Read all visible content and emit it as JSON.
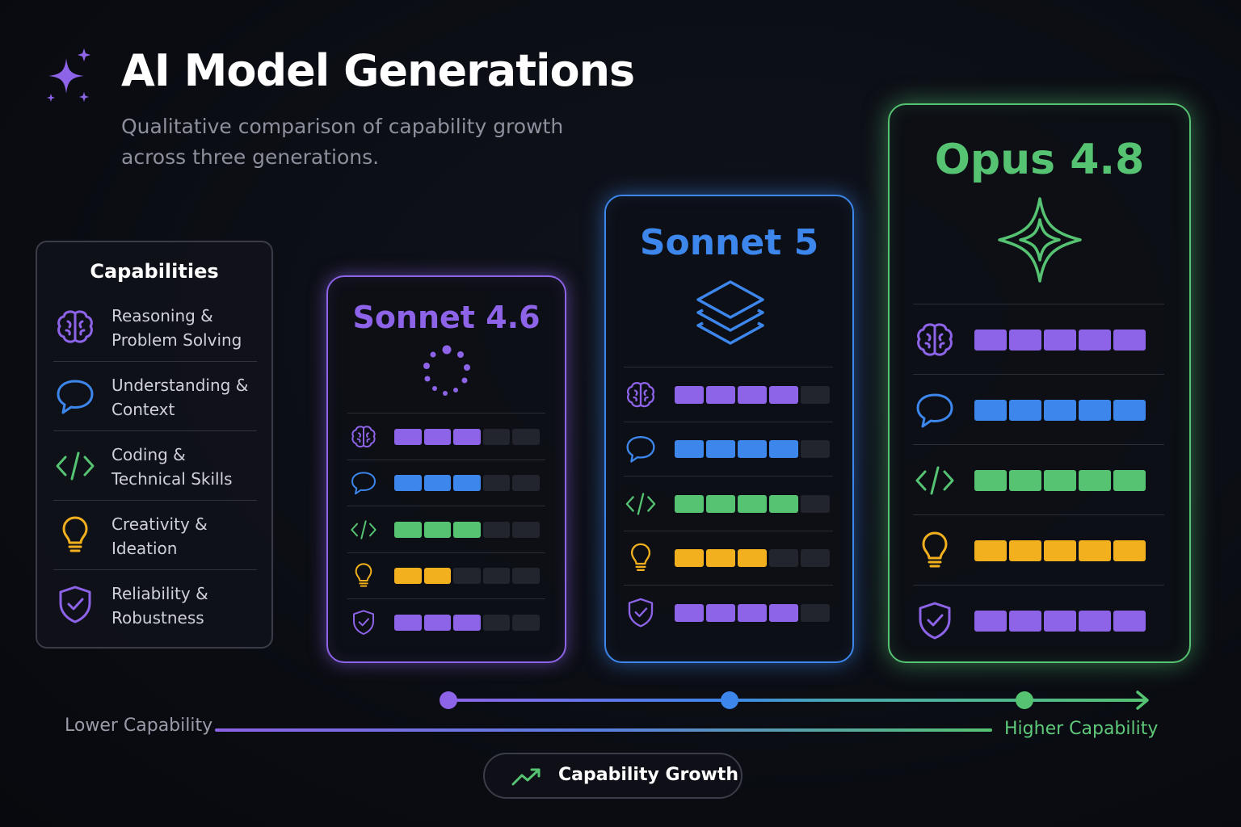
{
  "header": {
    "title": "AI Model Generations",
    "subtitle": "Qualitative comparison of capability growth across three generations.",
    "icon": "sparkle-icon"
  },
  "legend": {
    "title": "Capabilities",
    "items": [
      {
        "label": "Reasoning &\nProblem Solving",
        "icon": "brain-icon",
        "color": "#8d63e8"
      },
      {
        "label": "Understanding &\nContext",
        "icon": "speech-bubble-icon",
        "color": "#3c86ec"
      },
      {
        "label": "Coding &\nTechnical Skills",
        "icon": "code-icon",
        "color": "#56c373"
      },
      {
        "label": "Creativity &\nIdeation",
        "icon": "lightbulb-icon",
        "color": "#f2b01e"
      },
      {
        "label": "Reliability &\nRobustness",
        "icon": "shield-check-icon",
        "color": "#8d63e8"
      }
    ]
  },
  "models": [
    {
      "name": "Sonnet 4.6",
      "color": "#8d63e8",
      "icon": "dotted-circle-icon",
      "scores": [
        3,
        3,
        3,
        2,
        3
      ],
      "max": 5
    },
    {
      "name": "Sonnet 5",
      "color": "#3c86ec",
      "icon": "layers-icon",
      "scores": [
        4,
        4,
        4,
        3,
        4
      ],
      "max": 5
    },
    {
      "name": "Opus 4.8",
      "color": "#56c373",
      "icon": "star-icon",
      "scores": [
        5,
        5,
        5,
        5,
        5
      ],
      "max": 5
    }
  ],
  "timeline": {
    "low_label": "Lower Capability",
    "high_label": "Higher Capability",
    "growth_label": "Capability Growth",
    "growth_icon": "trending-up-icon"
  },
  "colors": {
    "purple": "#8d63e8",
    "blue": "#3c86ec",
    "green": "#56c373",
    "yellow": "#f2b01e",
    "background": "#0b0d14",
    "empty_segment": "#22252e"
  }
}
